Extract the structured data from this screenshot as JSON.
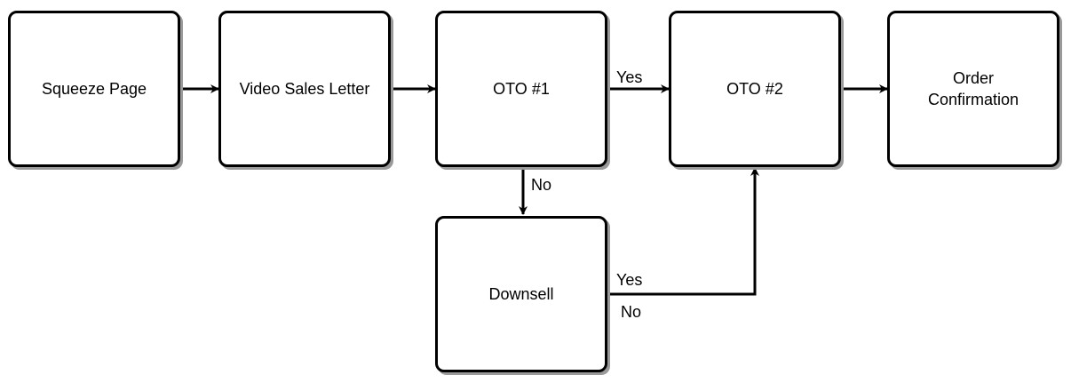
{
  "nodes": {
    "squeeze": "Squeeze Page",
    "vsl": "Video Sales Letter",
    "oto1": "OTO #1",
    "oto2": "OTO #2",
    "order": "Order\nConfirmation",
    "downsell": "Downsell"
  },
  "edge_labels": {
    "oto1_yes": "Yes",
    "oto1_no": "No",
    "downsell_yes": "Yes",
    "downsell_no": "No"
  },
  "colors": {
    "stroke": "#000000",
    "shadow": "#9a9a9a",
    "background": "#ffffff"
  }
}
